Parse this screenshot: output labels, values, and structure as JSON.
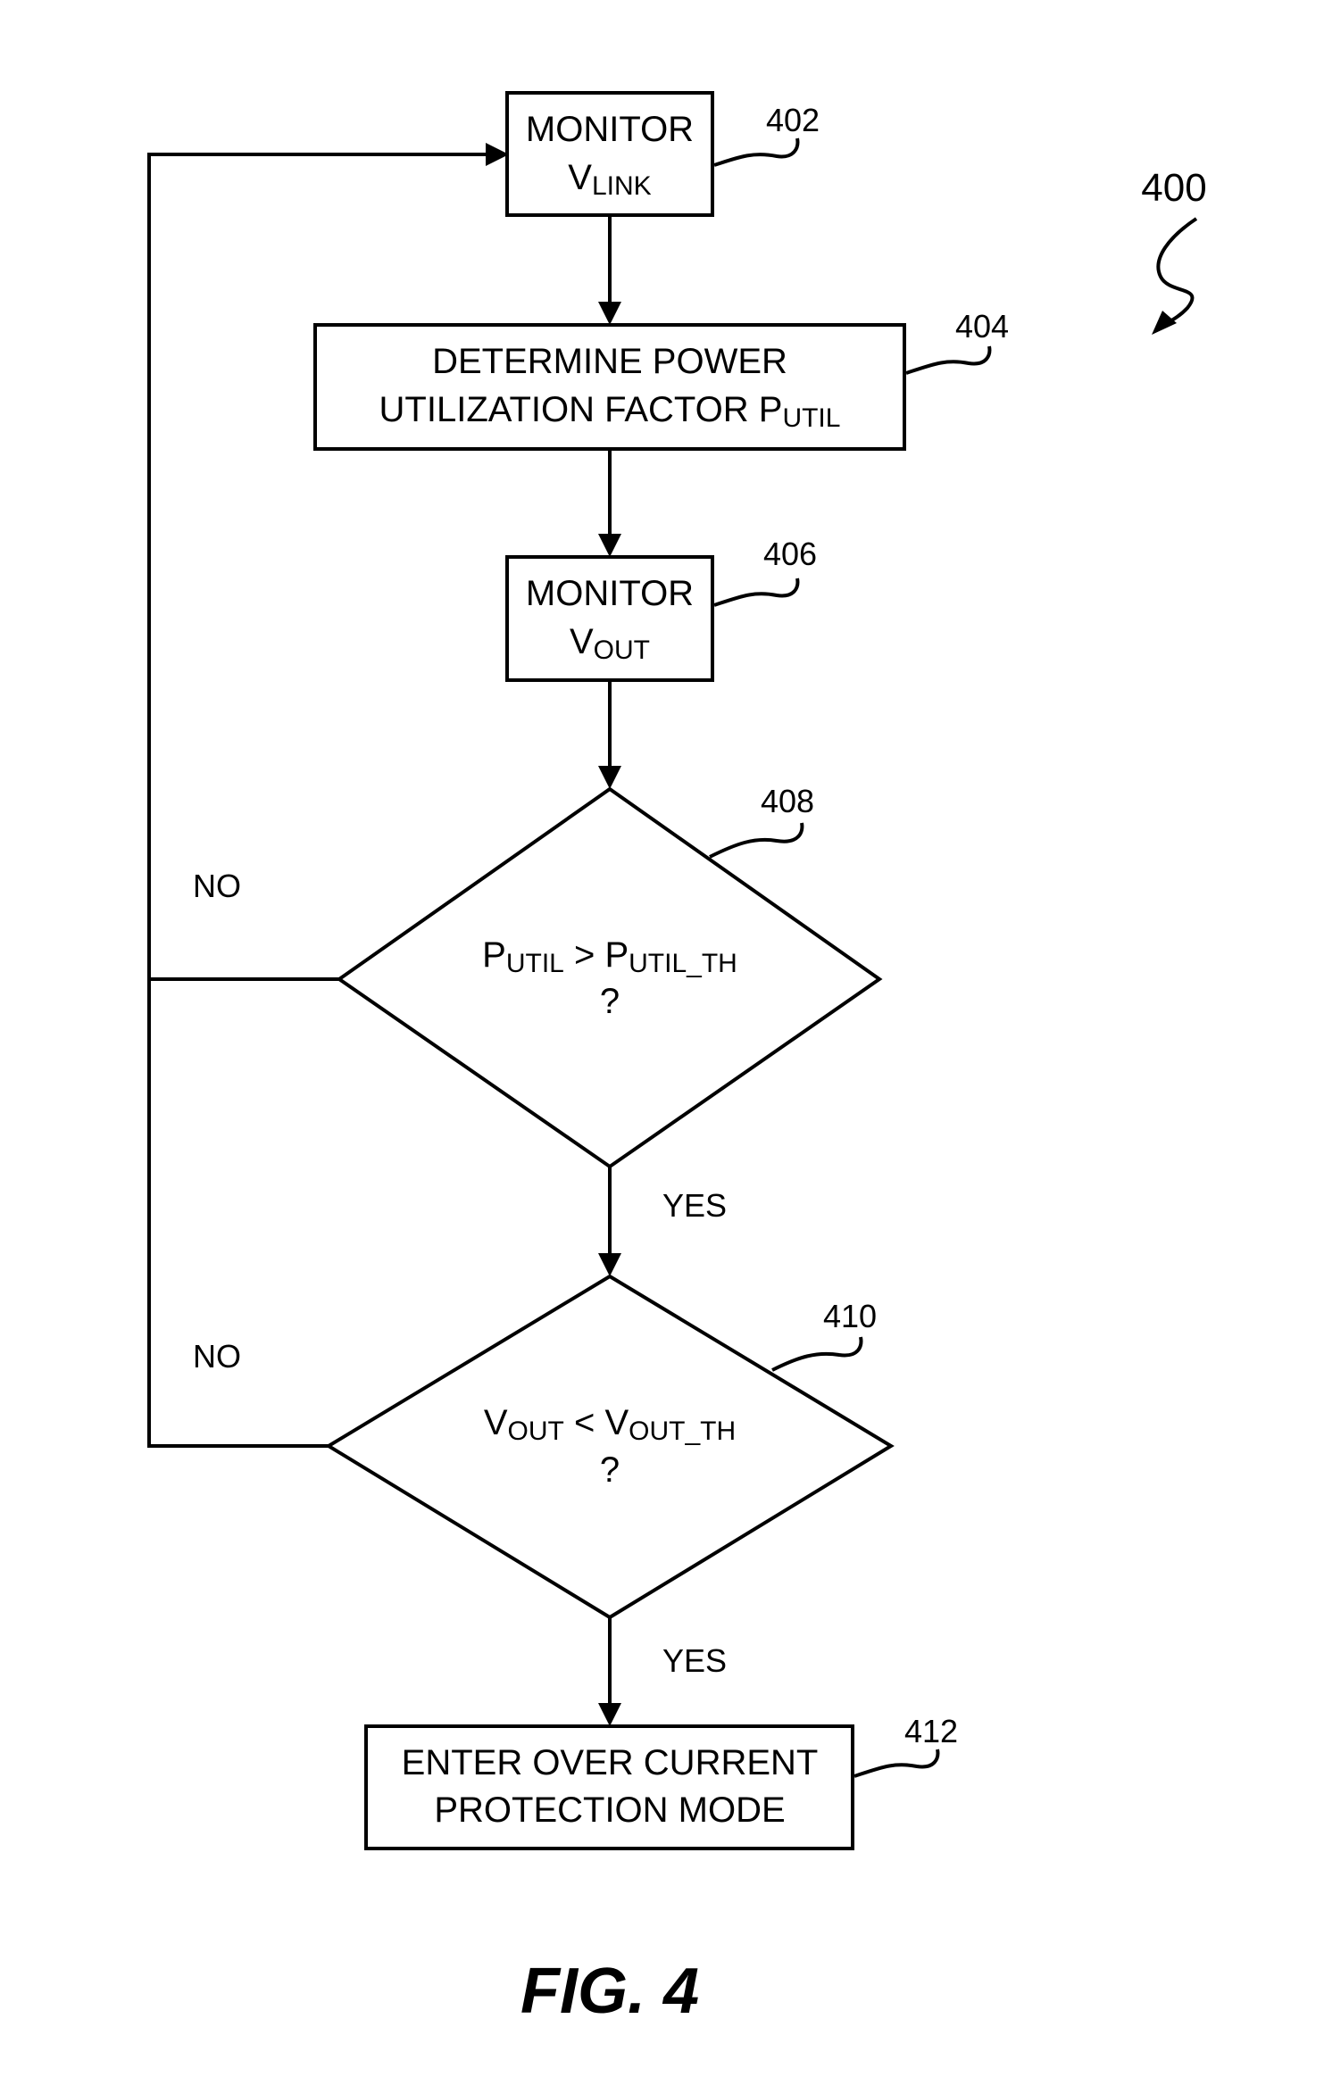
{
  "figure": {
    "number": "400",
    "caption": "FIG. 4"
  },
  "steps": {
    "s402": {
      "ref": "402",
      "line1": "MONITOR",
      "main": "V",
      "sub": "LINK"
    },
    "s404": {
      "ref": "404",
      "line1": "DETERMINE POWER",
      "line2_main": "UTILIZATION FACTOR P",
      "line2_sub": "UTIL"
    },
    "s406": {
      "ref": "406",
      "line1": "MONITOR",
      "main": "V",
      "sub": "OUT"
    },
    "s408": {
      "ref": "408",
      "a_main": "P",
      "a_sub": "UTIL",
      "op": " > ",
      "b_main": "P",
      "b_sub": "UTIL_TH",
      "q": "?"
    },
    "s410": {
      "ref": "410",
      "a_main": "V",
      "a_sub": "OUT",
      "op": " < ",
      "b_main": "V",
      "b_sub": "OUT_TH",
      "q": "?"
    },
    "s412": {
      "ref": "412",
      "line1": "ENTER OVER CURRENT",
      "line2": "PROTECTION MODE"
    }
  },
  "branches": {
    "no1": "NO",
    "yes1": "YES",
    "no2": "NO",
    "yes2": "YES"
  }
}
